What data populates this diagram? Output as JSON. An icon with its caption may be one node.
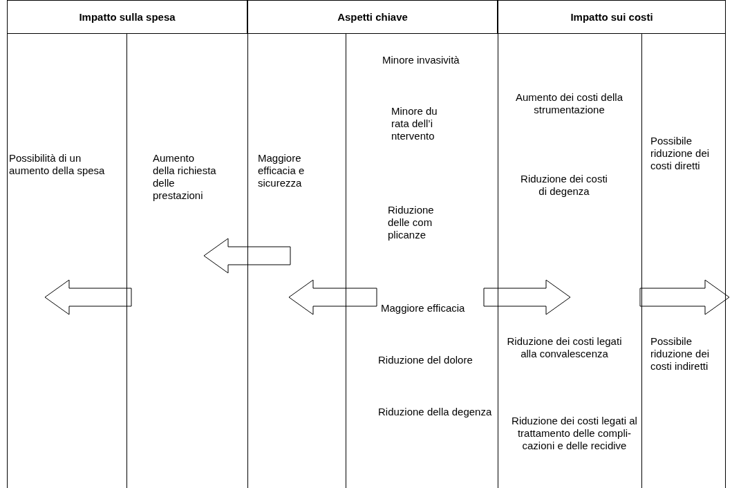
{
  "diagram": {
    "nodes": [
      {
        "text": [
          "Impatto sulla spesa"
        ]
      },
      {
        "text": [
          "Aspetti chiave"
        ]
      },
      {
        "text": [
          "Impatto sui costi"
        ]
      },
      {
        "text": [
          "Possibilità di un aumento della spesa"
        ]
      },
      {
        "text": [
          "Aumento della richiesta delle prestazioni"
        ]
      },
      {
        "text": [
          "Maggiore efficacia e sicurezza"
        ]
      },
      {
        "text": [
          "Minore invasività",
          "Minore durata dell’intervento",
          "Riduzione delle complicanze",
          "Maggiore efficacia",
          "Riduzione del dolore",
          "Riduzione della degenza"
        ]
      },
      {
        "text": [
          "Aumento dei costi della strumentazione",
          "Riduzione dei costi di degenza",
          "Riduzione dei costi legati alla convalescenza",
          "Riduzione dei costi legati al trattamento delle compli-cazioni e delle recidive"
        ]
      },
      {
        "text": [
          "Possibile riduzione dei costi diretti",
          "Possibile riduzione dei costi indiretti"
        ]
      }
    ],
    "edges": [
      {
        "from": 4,
        "to": 3,
        "arrow": "to"
      },
      {
        "from": 5,
        "to": 4,
        "arrow": "to"
      },
      {
        "from": 6,
        "to": 5,
        "arrow": "to"
      },
      {
        "from": 6,
        "to": 7,
        "arrow": "to"
      },
      {
        "from": 7,
        "to": 8,
        "arrow": "to"
      }
    ]
  }
}
